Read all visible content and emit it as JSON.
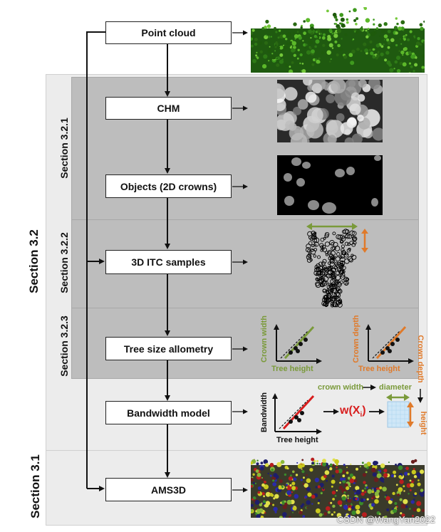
{
  "boxes": {
    "point_cloud": "Point cloud",
    "chm": "CHM",
    "objects": "Objects (2D crowns)",
    "itc_samples": "3D ITC samples",
    "allometry": "Tree size allometry",
    "bandwidth": "Bandwidth model",
    "ams3d": "AMS3D"
  },
  "sections": {
    "s32": "Section 3.2",
    "s321": "Section 3.2.1",
    "s322": "Section 3.2.2",
    "s323": "Section 3.2.3",
    "s31": "Section 3.1"
  },
  "plot_labels": {
    "crown_width": "Crown width",
    "tree_height_1": "Tree height",
    "crown_depth": "Crown depth",
    "tree_height_2": "Tree height",
    "crown_depth_side": "Crown depth",
    "bandwidth": "Bandwidth",
    "tree_height_3": "Tree height",
    "flow_crown_width": "crown width",
    "flow_diameter": "diameter",
    "flow_height": "height",
    "weight_fn": "w(X",
    "weight_sub": "i",
    "weight_close": ")"
  },
  "watermark": "CSDN @WangYan2022",
  "colors": {
    "green": "#7a9a3a",
    "orange": "#e07a2a",
    "red": "#d81e1e",
    "panel_dark": "#bdbdbd",
    "panel_light": "#ececec"
  }
}
